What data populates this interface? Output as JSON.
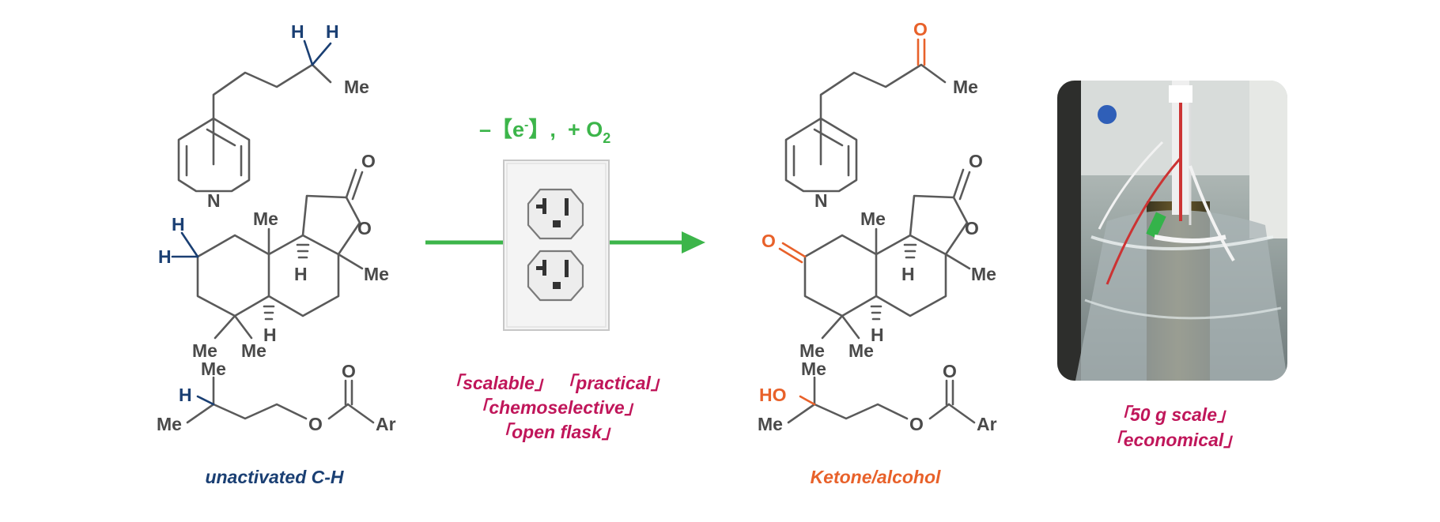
{
  "atoms": {
    "H": "H",
    "Me": "Me",
    "N": "N",
    "O": "O",
    "HO": "HO",
    "Ar": "Ar"
  },
  "conditions": {
    "electron_text": "–【e",
    "electron_sup": "-",
    "electron_close": "】,",
    "oxygen_text": "+ O",
    "oxygen_sub": "2"
  },
  "features": [
    "「scalable」 「practical」",
    "「chemoselective」",
    "「open flask」"
  ],
  "photo_features": [
    "「50 g scale」",
    "「economical」"
  ],
  "captions": {
    "substrate": "unactivated C-H",
    "product": "Ketone/alcohol"
  },
  "colors": {
    "substrate_highlight": "#1a3f73",
    "product_highlight": "#e8612a",
    "arrow": "#3cb54a",
    "feature_text": "#c0165a"
  },
  "icons": [
    "electrical-outlet-icon",
    "reaction-setup-photo"
  ]
}
